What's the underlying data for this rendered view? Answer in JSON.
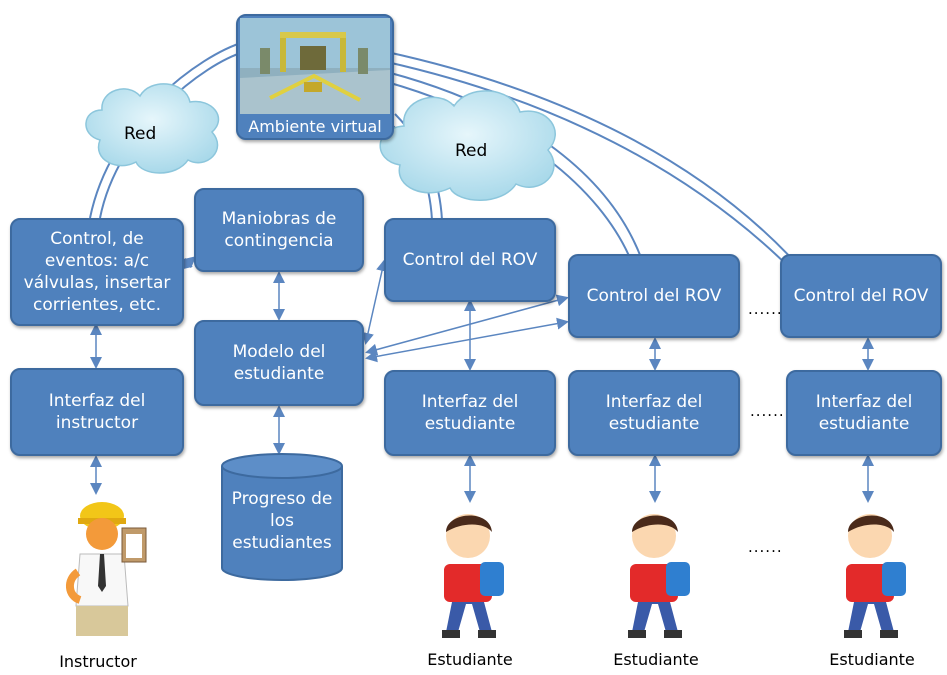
{
  "clouds": {
    "left_label": "Red",
    "right_label": "Red"
  },
  "nodes": {
    "ambiente": "Ambiente virtual",
    "control_eventos": "Control, de\neventos: a/c\nválvulas, insertar\ncorrientes, etc.",
    "maniobras": "Maniobras de\ncontingencia",
    "modelo": "Modelo del\nestudiante",
    "progreso": "Progreso de\nlos\nestudiantes",
    "interfaz_instructor": "Interfaz del\ninstructor",
    "control_rov_1": "Control del ROV",
    "control_rov_2": "Control del ROV",
    "control_rov_3": "Control del ROV",
    "interfaz_est_1": "Interfaz del\nestudiante",
    "interfaz_est_2": "Interfaz del\nestudiante",
    "interfaz_est_3": "Interfaz del\nestudiante"
  },
  "ellipses": {
    "rov": "......",
    "interfaz": "......",
    "people": "......"
  },
  "captions": {
    "instructor": "Instructor",
    "estudiante_1": "Estudiante",
    "estudiante_2": "Estudiante",
    "estudiante_3": "Estudiante"
  },
  "colors": {
    "box_fill": "#4f81bd",
    "box_border": "#3d6a9f",
    "cloud": "#bfe3f0",
    "link": "#5b86c0"
  }
}
